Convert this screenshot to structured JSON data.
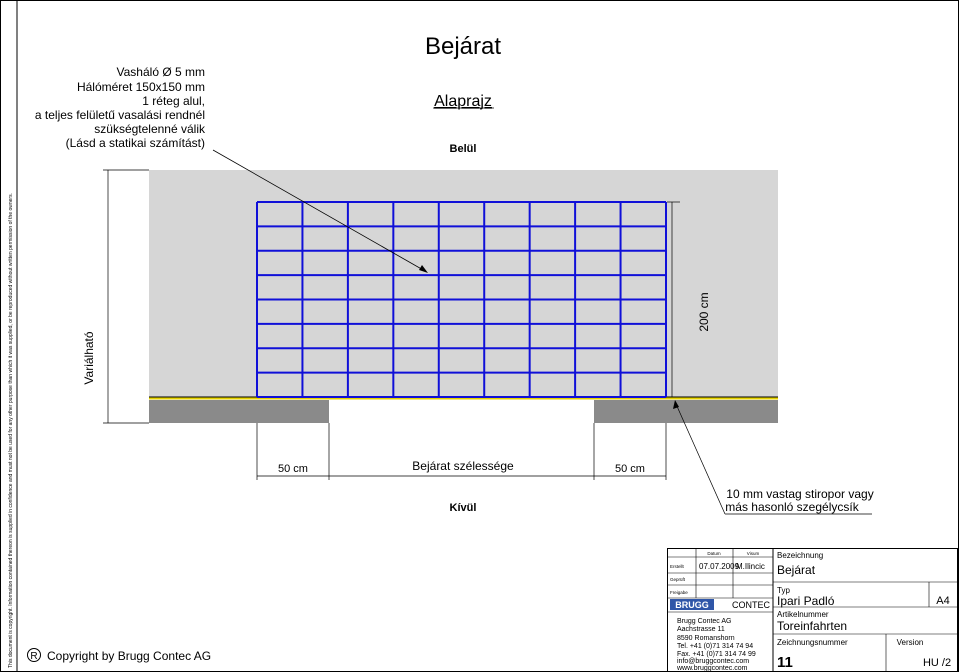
{
  "side_note": "This document is copyright. Information contained thereon is supplied in confidence and must not be used for any other purpose than which it was supplied, or be reproduced without written permission of the owners.",
  "title": "Bejárat",
  "subtitle": "Alaprajz",
  "inside_label": "Belül",
  "outside_label": "Kívül",
  "mesh_note": [
    "Vasháló Ø 5 mm",
    "Hálóméret 150x150 mm",
    "1 réteg alul,",
    "a teljes felületű vasalási rendnél",
    "szükségtelenné válik",
    "(Lásd a statikai számítást)"
  ],
  "variable_label": "Variálható",
  "depth_label": "200 cm",
  "width_label": "Bejárat szélessége",
  "left_support_label": "50 cm",
  "right_support_label": "50 cm",
  "foam_note": [
    "10 mm vastag stiropor vagy",
    "más hasonló szegélycsík"
  ],
  "copyright_symbol": "R",
  "copyright": "Copyright by Brugg Contec AG",
  "title_block": {
    "header_date": "Datum",
    "header_name": "Visum",
    "row_created": "Erstellt",
    "created_date": "07.07.2009",
    "created_by": "M.Ilincic",
    "row_checked": "Geprüft",
    "row_released": "Freigabe",
    "logo": "BRUGG",
    "logo_suffix": "CONTEC",
    "company": [
      "Brugg Contec AG",
      "Aachstrasse 11",
      "8590 Romanshorn",
      "Tel. +41 (0)71 314 74 94",
      "Fax. +41 (0)71 314 74 99",
      "info@bruggcontec.com",
      "www.bruggcontec.com"
    ],
    "bezeichnung_label": "Bezeichnung",
    "bezeichnung_value": "Bejárat",
    "typ_label": "Typ",
    "typ_value": "Ipari Padló",
    "format": "A4",
    "artikel_label": "Artikelnummer",
    "artikel_value": "Toreinfahrten",
    "zeichnung_label": "Zeichnungsnummer",
    "zeichnung_value": "11",
    "version_label": "Version",
    "version_value": "HU /2"
  },
  "colors": {
    "slab": "#d6d6d6",
    "support": "#8a8a8a",
    "mesh": "#1010d8",
    "yellow_line": "#e5d200"
  }
}
